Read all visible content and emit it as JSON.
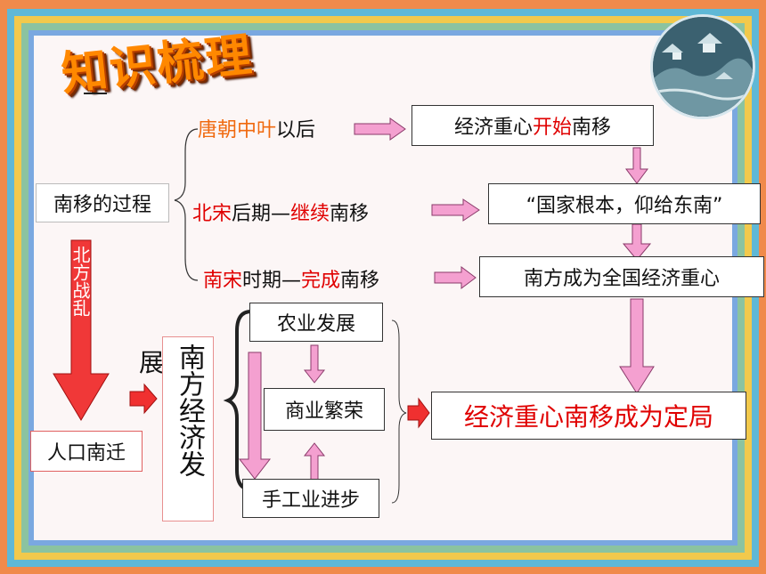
{
  "title": "知识梳理",
  "process_label": "南移的过程",
  "branches": [
    {
      "part1": "唐朝中叶",
      "part2": "以后",
      "part3": "",
      "part4": "",
      "result_pre": "经济重心",
      "result_mid": "开始",
      "result_post": "南移"
    },
    {
      "part1": "北宋",
      "part2": "后期—",
      "part3": "继续",
      "part4": "南移",
      "result_full": "“国家根本，仰给东南”"
    },
    {
      "part1": "南宋",
      "part2": "时期—",
      "part3": "完成",
      "part4": "南移",
      "result_full": "南方成为全国经济重心"
    }
  ],
  "war_label": "北方战乱",
  "migration_label": "人口南迁",
  "south_econ_label": "南方经济发展",
  "zhan": "展",
  "south_econ_vertical": "南方经济发",
  "factors": [
    "农业发展",
    "商业繁荣",
    "手工业进步"
  ],
  "final_result": "经济重心南移成为定局",
  "colors": {
    "highlight_orange": "#f06a10",
    "highlight_red": "#e00000",
    "arrow_pink": "#f4a0d0",
    "arrow_red": "#f03030"
  }
}
